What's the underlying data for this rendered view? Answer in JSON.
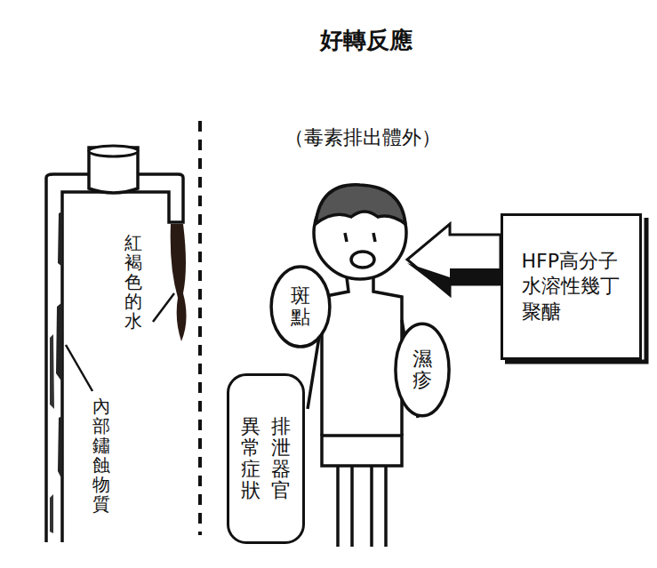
{
  "diagram": {
    "title": "好轉反應",
    "nodes": [
      {
        "text": [
          "斑點"
        ]
      },
      {
        "text": [
          "濕疹"
        ]
      },
      {
        "text": [
          "排泄器官",
          "異常症狀"
        ]
      },
      {
        "text": [
          "HFP高分子水溶性幾丁聚醣"
        ]
      }
    ],
    "labels": [
      "（毒素排出體外）",
      "紅褐色的水",
      "內部鏽蝕物質"
    ]
  }
}
